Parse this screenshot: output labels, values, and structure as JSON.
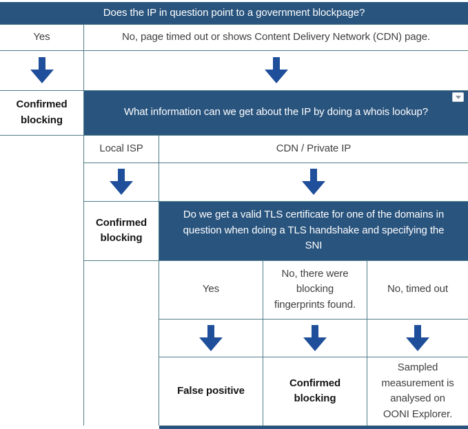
{
  "colors": {
    "header_bg": "#29547E",
    "arrow": "#1F4F9A",
    "border": "#4F7B88",
    "text": "#3F3F3F",
    "text_bold": "#141414"
  },
  "flow": {
    "q1": {
      "title": "Does the IP in question point to a government blockpage?",
      "answer_yes": "Yes",
      "answer_no": "No, page timed out or shows Content Delivery Network (CDN) page.",
      "outcome_yes": "Confirmed\nblocking"
    },
    "q2": {
      "title": "What information can we get about the IP by doing a whois lookup?",
      "answer_local_isp": "Local ISP",
      "answer_cdn": "CDN / Private IP",
      "outcome_local_isp": "Confirmed\nblocking"
    },
    "q3": {
      "title": "Do we get a valid TLS certificate for one of the domains in\nquestion when doing a TLS handshake and specifying the\nSNI",
      "answer_yes": "Yes",
      "answer_no_fingerprints": "No, there were\nblocking\nfingerprints found.",
      "answer_no_timeout": "No, timed out",
      "outcome_yes": "False positive",
      "outcome_no_fingerprints": "Confirmed\nblocking",
      "outcome_no_timeout": "Sampled\nmeasurement is\nanalysed on\nOONI Explorer."
    },
    "icons": {
      "whois_dropdown": "chevron-down"
    }
  }
}
